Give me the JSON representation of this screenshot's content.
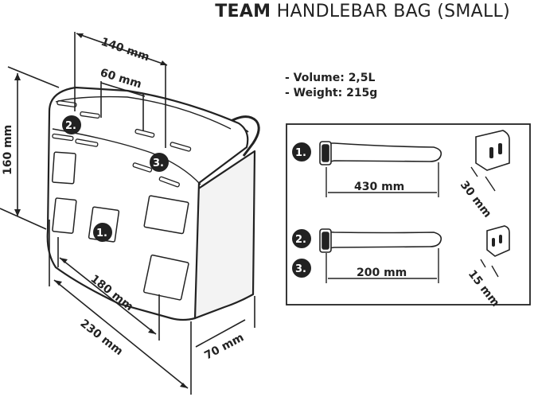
{
  "title": {
    "brand": "TEAM",
    "rest": "HANDLEBAR BAG (SMALL)"
  },
  "specs": [
    {
      "label": "- Volume: 2,5L"
    },
    {
      "label": "- Weight: 215g"
    }
  ],
  "bag_dimensions": {
    "top_outer": "140 mm",
    "top_inner": "60 mm",
    "height": "160 mm",
    "bottom_inner": "180 mm",
    "bottom_outer": "230 mm",
    "depth": "70 mm"
  },
  "markers": {
    "m1": "1.",
    "m2": "2.",
    "m3": "3."
  },
  "straps": {
    "long_length": "430 mm",
    "long_width": "30 mm",
    "short_length": "200 mm",
    "short_width": "15 mm"
  }
}
